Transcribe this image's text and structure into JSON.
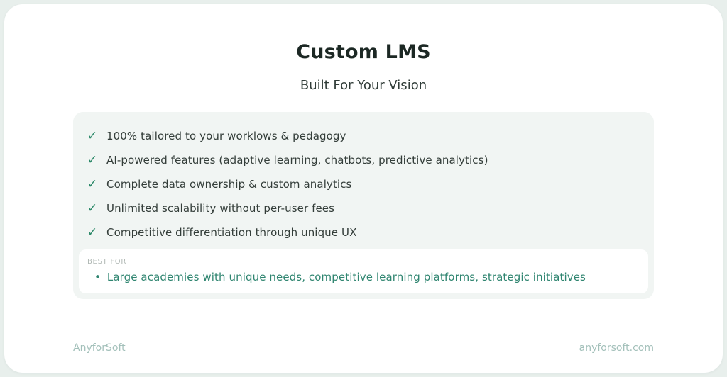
{
  "header": {
    "title": "Custom LMS",
    "subtitle": "Built For Your Vision"
  },
  "features": {
    "items": [
      "100% tailored to your worklows & pedagogy",
      "AI-powered features (adaptive learning, chatbots, predictive analytics)",
      "Complete data ownership & custom analytics",
      "Unlimited scalability without per-user fees",
      "Competitive differentiation through unique UX"
    ]
  },
  "best_for": {
    "label": "BEST FOR",
    "bullet": "•",
    "text": "Large academies with unique needs, competitive learning platforms, strategic initiatives"
  },
  "footer": {
    "brand": "AnyforSoft",
    "website": "anyforsoft.com"
  },
  "icons": {
    "check": "✓"
  },
  "colors": {
    "page_background": "#e8efec",
    "card_background": "#ffffff",
    "panel_background": "#f1f5f3",
    "title_text": "#1c2824",
    "body_text": "#333d39",
    "check_accent": "#2e8a6a",
    "best_for_label": "#b0b8b4",
    "best_for_text": "#2f8570",
    "footer_text": "#a3c0ba"
  }
}
